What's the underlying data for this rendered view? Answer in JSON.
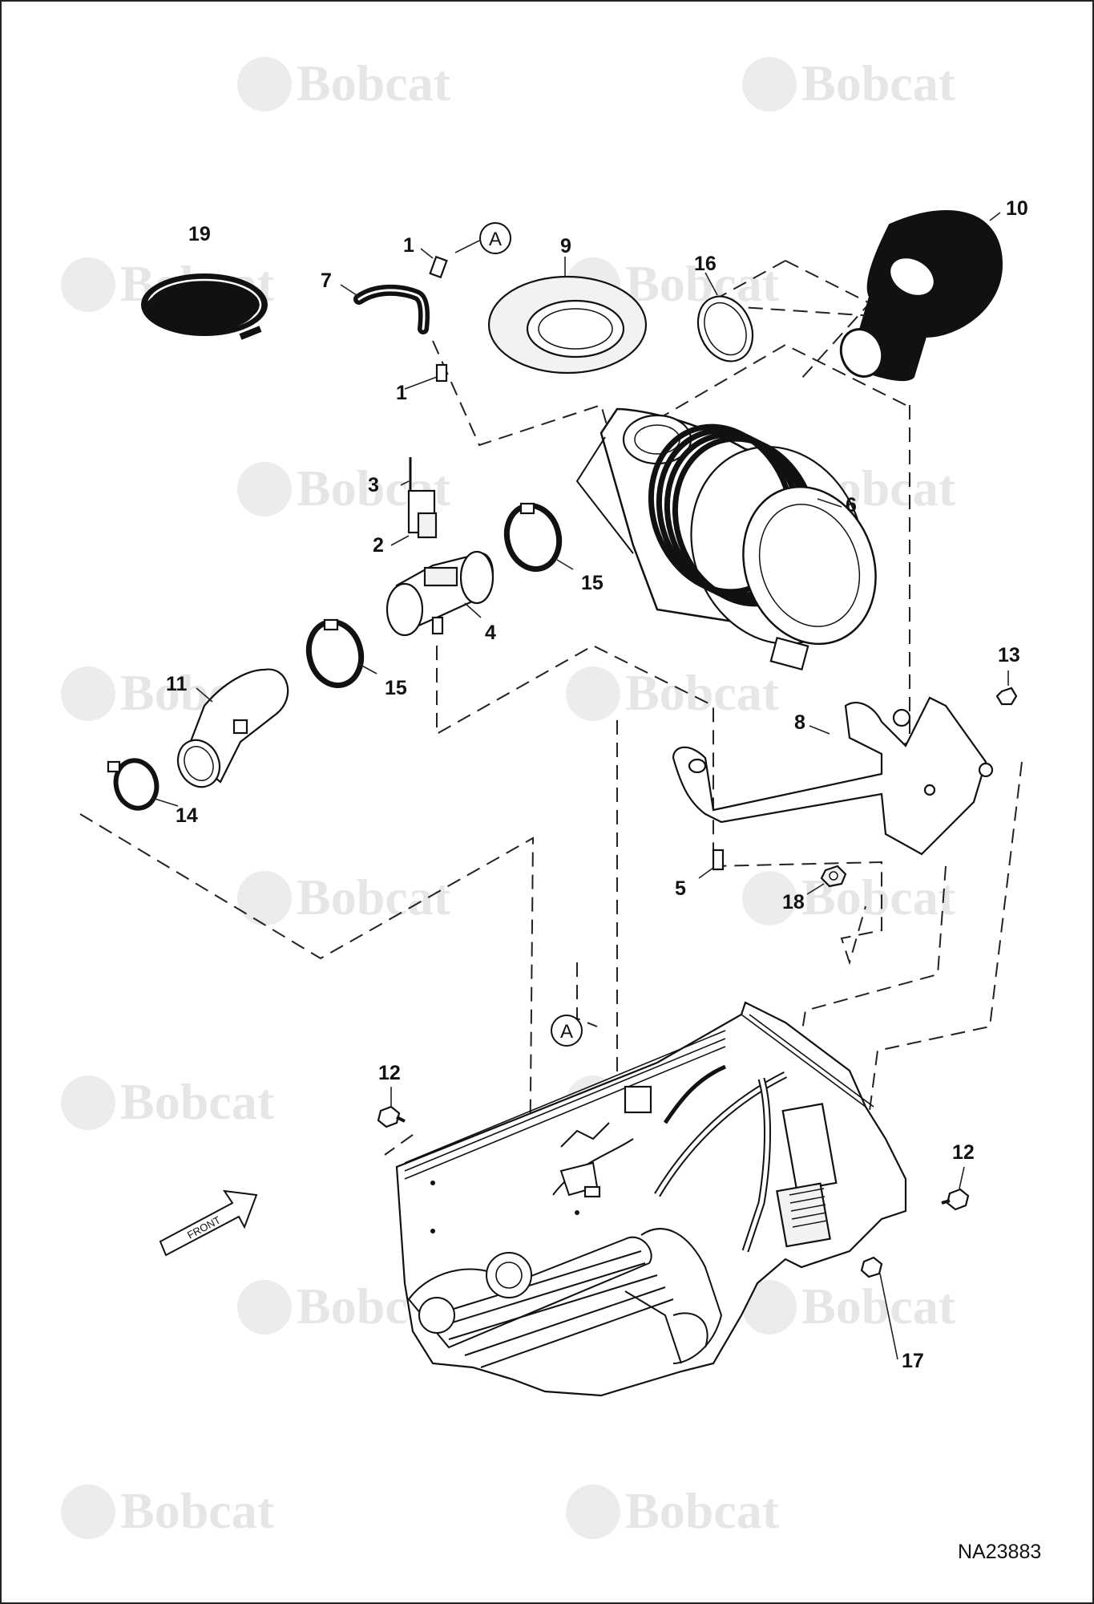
{
  "diagram": {
    "drawing_number": "NA23883",
    "watermark_text": "Bobcat",
    "front_arrow_label": "FRONT",
    "reference_marker": "A",
    "callouts": {
      "c1a": "1",
      "c1b": "1",
      "c2": "2",
      "c3": "3",
      "c4": "4",
      "c5": "5",
      "c6": "6",
      "c7": "7",
      "c8": "8",
      "c9": "9",
      "c10": "10",
      "c11": "11",
      "c12a": "12",
      "c12b": "12",
      "c13": "13",
      "c14": "14",
      "c15a": "15",
      "c15b": "15",
      "c16": "16",
      "c17": "17",
      "c18": "18",
      "c19": "19"
    },
    "colors": {
      "line": "#111111",
      "watermark": "#e6e6e6",
      "background": "#ffffff"
    }
  }
}
